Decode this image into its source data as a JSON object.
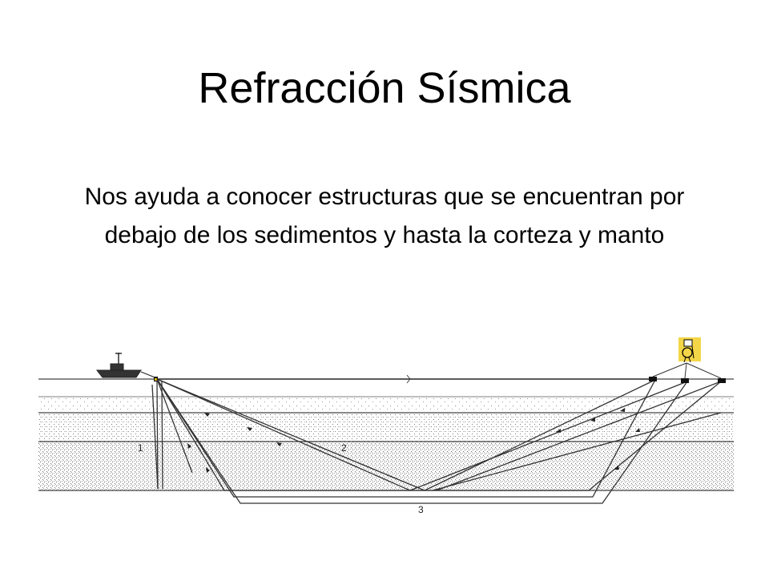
{
  "slide": {
    "title": "Refracción Sísmica",
    "body": "Nos ayuda a conocer estructuras que se encuentran por debajo de los sedimentos y hasta la corteza y manto"
  },
  "diagram": {
    "path_labels": [
      "1",
      "2",
      "3"
    ]
  }
}
